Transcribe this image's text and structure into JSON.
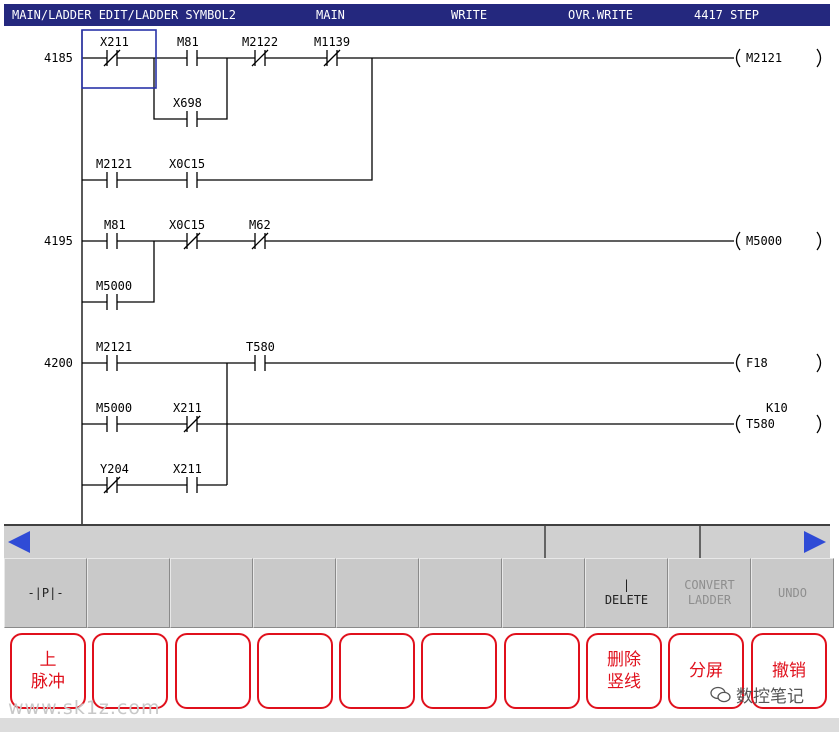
{
  "header": {
    "path": "MAIN/LADDER EDIT/LADDER SYMBOL2",
    "program": "MAIN",
    "mode": "WRITE",
    "write_mode": "OVR.WRITE",
    "step": "4417 STEP",
    "background": "#24287e"
  },
  "rungs": [
    {
      "step": "4185",
      "contacts": [
        {
          "label": "X211",
          "type": "NC"
        },
        {
          "label": "M81",
          "type": "NO"
        },
        {
          "label": "M2122",
          "type": "NC"
        },
        {
          "label": "M1139",
          "type": "NC"
        },
        {
          "label": "X698",
          "type": "NO"
        },
        {
          "label": "M2121",
          "type": "NO"
        },
        {
          "label": "X0C15",
          "type": "NO"
        }
      ],
      "coils": [
        {
          "label": "M2121",
          "param": ""
        }
      ]
    },
    {
      "step": "4195",
      "contacts": [
        {
          "label": "M81",
          "type": "NO"
        },
        {
          "label": "X0C15",
          "type": "NC"
        },
        {
          "label": "M62",
          "type": "NC"
        },
        {
          "label": "M5000",
          "type": "NO"
        }
      ],
      "coils": [
        {
          "label": "M5000",
          "param": ""
        }
      ]
    },
    {
      "step": "4200",
      "contacts": [
        {
          "label": "M2121",
          "type": "NO"
        },
        {
          "label": "T580",
          "type": "NO"
        },
        {
          "label": "M5000",
          "type": "NO"
        },
        {
          "label": "X211",
          "type": "NC"
        },
        {
          "label": "Y204",
          "type": "NC"
        },
        {
          "label": "X211",
          "type": "NO"
        }
      ],
      "coils": [
        {
          "label": "F18",
          "param": ""
        },
        {
          "label": "T580",
          "param": "K10"
        }
      ]
    }
  ],
  "softkeys": [
    {
      "label": "-|P|-",
      "enabled": true
    },
    {
      "label": "",
      "enabled": true
    },
    {
      "label": "",
      "enabled": true
    },
    {
      "label": "",
      "enabled": true
    },
    {
      "label": "",
      "enabled": true
    },
    {
      "label": "",
      "enabled": true
    },
    {
      "label": "",
      "enabled": true
    },
    {
      "label": "|\nDELETE",
      "enabled": true
    },
    {
      "label": "CONVERT\nLADDER",
      "enabled": false
    },
    {
      "label": "UNDO",
      "enabled": false
    }
  ],
  "overlay_keys": [
    "上\n脉冲",
    "",
    "",
    "",
    "",
    "",
    "",
    "删除\n竖线",
    "分屏",
    "撤销"
  ],
  "overlay_color": "#e0101c",
  "watermark": {
    "url": "www.sk1z.com",
    "brand": "数控笔记"
  },
  "scroll": {
    "left_arrow": "left-arrow",
    "right_arrow": "right-arrow",
    "arrow_color": "#2f4bd6"
  }
}
